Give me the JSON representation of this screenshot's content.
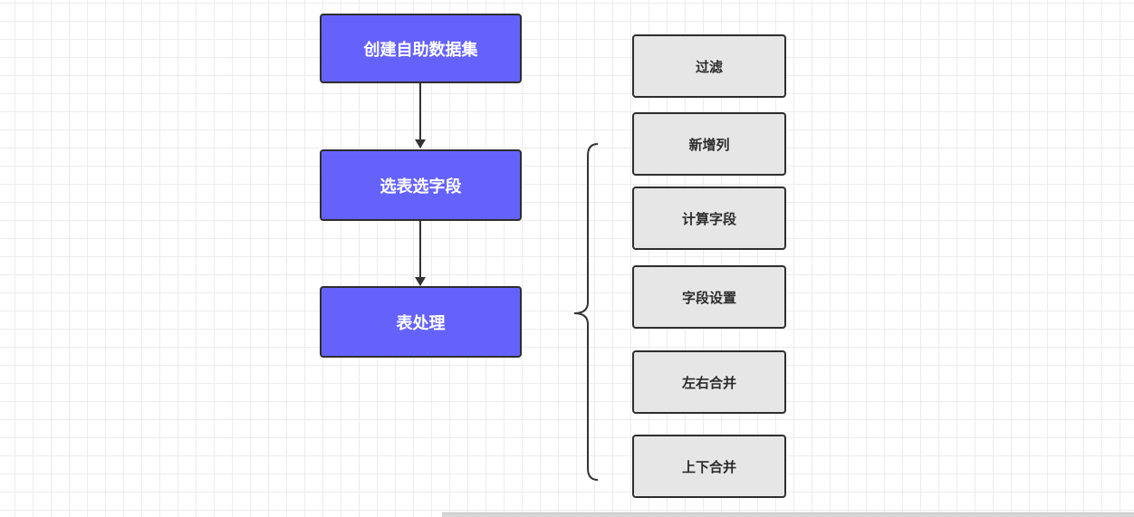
{
  "flow": {
    "steps": [
      {
        "label": "创建自助数据集"
      },
      {
        "label": "选表选字段"
      },
      {
        "label": "表处理"
      }
    ]
  },
  "operations": {
    "items": [
      {
        "label": "过滤"
      },
      {
        "label": "新增列"
      },
      {
        "label": "计算字段"
      },
      {
        "label": "字段设置"
      },
      {
        "label": "左右合并"
      },
      {
        "label": "上下合并"
      }
    ]
  },
  "colors": {
    "primary_fill": "#6562fc",
    "secondary_fill": "#e6e6e6",
    "stroke": "#2e2e2e"
  }
}
